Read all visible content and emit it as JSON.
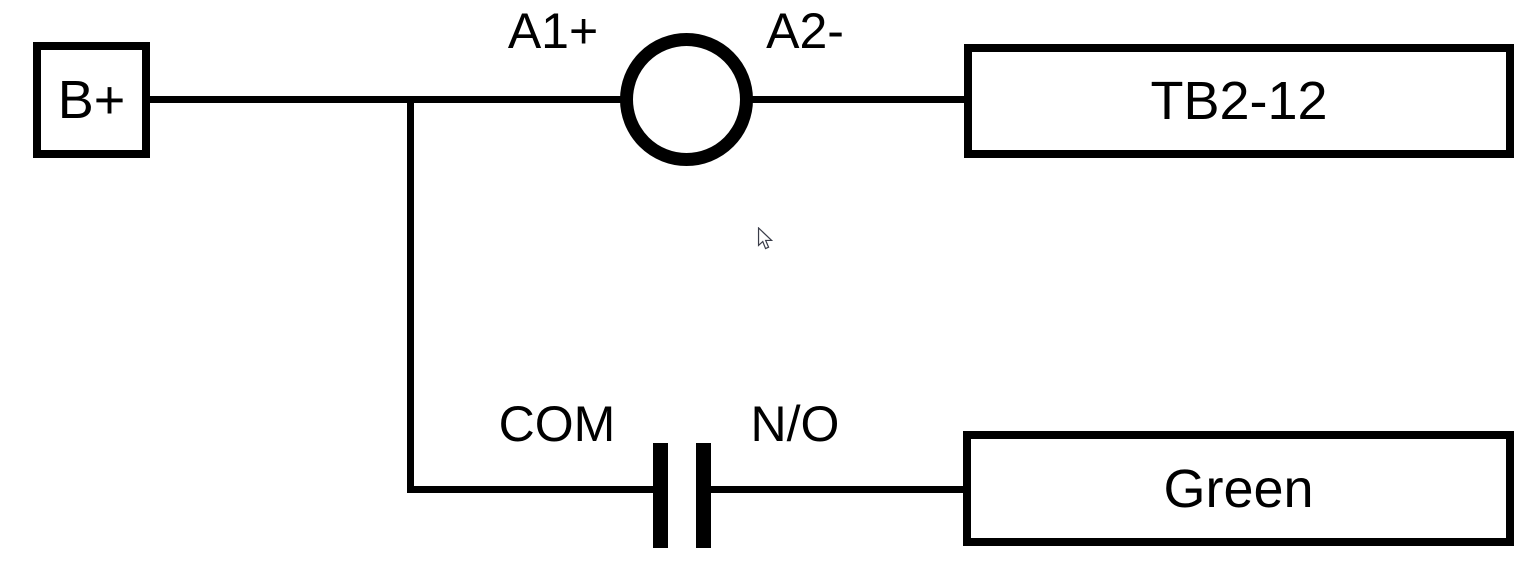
{
  "colors": {
    "background": "#ffffff",
    "line": "#000000"
  },
  "components": {
    "b_plus_box": {
      "label": "B+"
    },
    "coil": {
      "left_terminal_label": "A1+",
      "right_terminal_label": "A2-"
    },
    "tb2_box": {
      "label": "TB2-12"
    },
    "contact": {
      "left_terminal_label": "COM",
      "right_terminal_label": "N/O"
    },
    "green_box": {
      "label": "Green"
    }
  },
  "cursor": {
    "icon": "arrow-pointer"
  }
}
